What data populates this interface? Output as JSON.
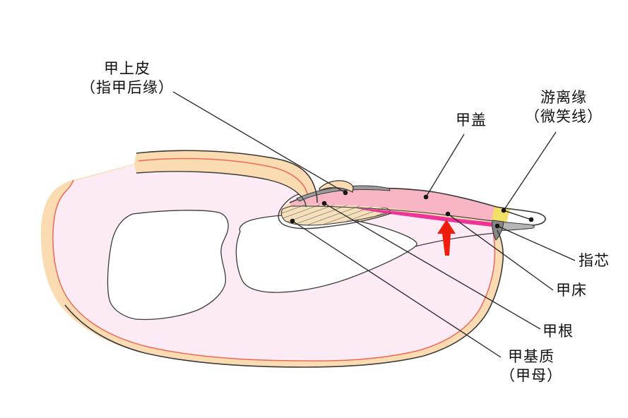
{
  "diagram": {
    "labels": {
      "eponychium": {
        "text": "甲上皮",
        "subtext": "（指甲后缘）"
      },
      "nail_plate": {
        "text": "甲盖"
      },
      "free_edge": {
        "text": "游离缘",
        "subtext": "（微笑线）"
      },
      "finger_core": {
        "text": "指芯"
      },
      "nail_bed": {
        "text": "甲床"
      },
      "nail_root": {
        "text": "甲根"
      },
      "nail_matrix": {
        "text": "甲基质",
        "subtext": "（甲母）"
      }
    },
    "colors": {
      "background": "#ffffff",
      "skin": "#fbdcb2",
      "skin_line": "#ee6a55",
      "flesh": "#fcebf4",
      "nail_plate": "#f8b6c4",
      "nail_bed_strip": "#ee3399",
      "smile_line": "#f1df66",
      "free_edge_tip": "#ffffff",
      "cuticle_gray": "#9a9a9a",
      "hyponychium_gray": "#b5b5b5",
      "hyponychium_wedge": "#878787",
      "matrix_fill": "#f6e0bb",
      "bone": "#ffffff",
      "outline": "#3a3a3a",
      "leader": "#222222",
      "arrow": "#ee1c0c",
      "label_text": "#111111"
    }
  }
}
